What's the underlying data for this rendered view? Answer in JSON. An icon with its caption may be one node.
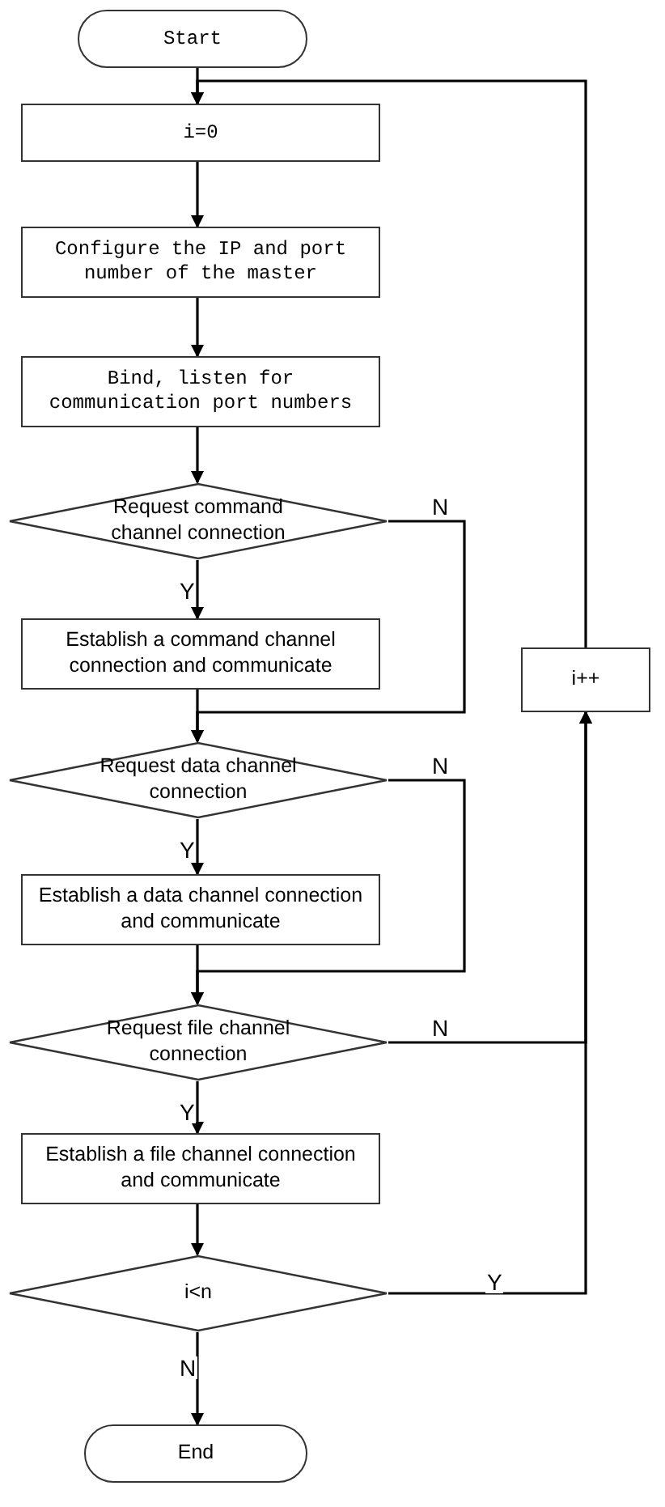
{
  "diagram": {
    "nodes": [
      {
        "text": [
          "Start"
        ]
      },
      {
        "text": [
          "i=0"
        ]
      },
      {
        "text": [
          "Configure the IP and port number of the master"
        ]
      },
      {
        "text": [
          "Bind, listen for communication port numbers"
        ]
      },
      {
        "text": [
          "Request command channel connection"
        ]
      },
      {
        "text": [
          "Establish a command channel connection and communicate"
        ]
      },
      {
        "text": [
          "Request data channel connection"
        ]
      },
      {
        "text": [
          "Establish a data channel connection and communicate"
        ]
      },
      {
        "text": [
          "Request file channel connection"
        ]
      },
      {
        "text": [
          "Establish a file channel connection and communicate"
        ]
      },
      {
        "text": [
          "i<n"
        ]
      },
      {
        "text": [
          "End"
        ]
      },
      {
        "text": [
          "i++"
        ]
      }
    ],
    "edges": [
      {
        "from": 0,
        "to": 1,
        "arrow": "to"
      },
      {
        "from": 1,
        "to": 2,
        "arrow": "to"
      },
      {
        "from": 2,
        "to": 3,
        "arrow": "to"
      },
      {
        "from": 3,
        "to": 4,
        "arrow": "to"
      },
      {
        "from": 4,
        "to": 5,
        "arrow": "to",
        "label": "Y"
      },
      {
        "from": 4,
        "to": 6,
        "arrow": "to",
        "label": "N"
      },
      {
        "from": 5,
        "to": 6,
        "arrow": "to"
      },
      {
        "from": 6,
        "to": 7,
        "arrow": "to",
        "label": "Y"
      },
      {
        "from": 6,
        "to": 8,
        "arrow": "to",
        "label": "N"
      },
      {
        "from": 7,
        "to": 8,
        "arrow": "to"
      },
      {
        "from": 8,
        "to": 9,
        "arrow": "to",
        "label": "Y"
      },
      {
        "from": 8,
        "to": 12,
        "arrow": "to",
        "label": "N"
      },
      {
        "from": 9,
        "to": 10,
        "arrow": "to"
      },
      {
        "from": 10,
        "to": 12,
        "arrow": "to",
        "label": "Y"
      },
      {
        "from": 10,
        "to": 11,
        "arrow": "to",
        "label": "N"
      },
      {
        "from": 12,
        "to": 1,
        "arrow": "to"
      }
    ]
  }
}
